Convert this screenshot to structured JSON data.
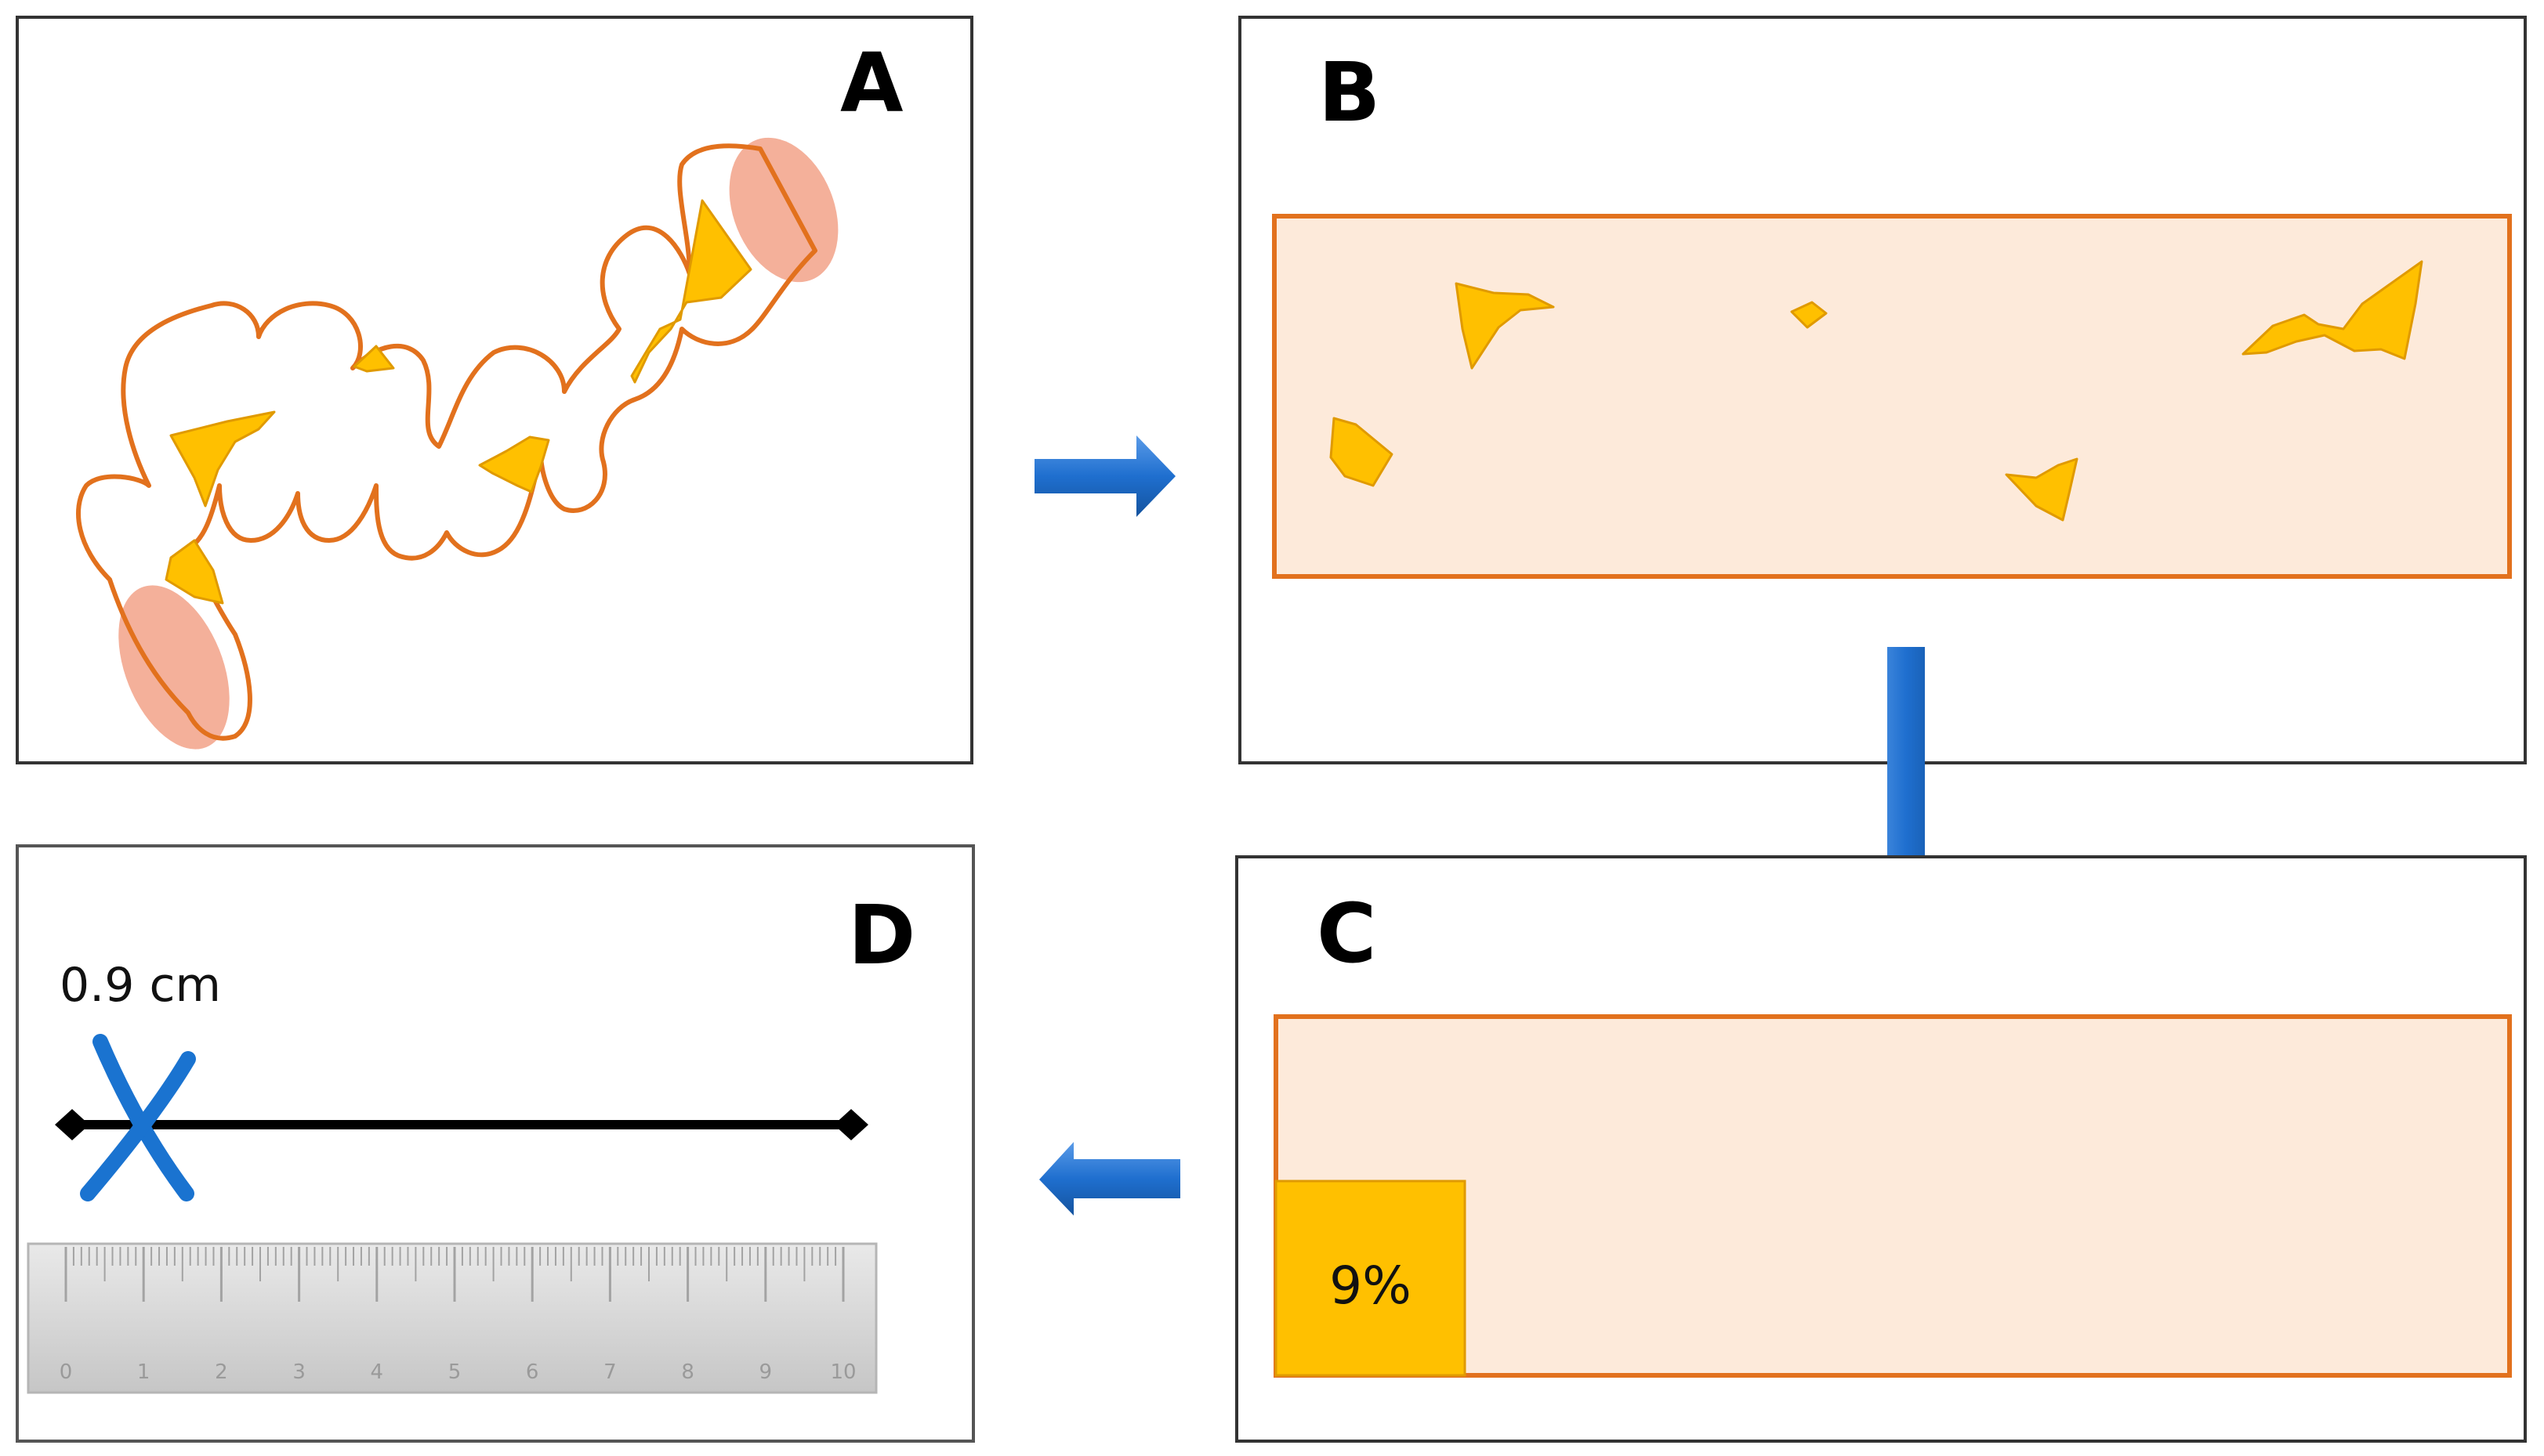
{
  "panels": {
    "a": {
      "label": "A"
    },
    "b": {
      "label": "B"
    },
    "c": {
      "label": "C",
      "percent_label": "9%",
      "fill_fraction": 0.09
    },
    "d": {
      "label": "D",
      "measurement_label": "0.9 cm",
      "mark_value_cm": 0.9,
      "line_length_cm": 10
    }
  },
  "ruler": {
    "tick_labels": [
      "0",
      "1",
      "2",
      "3",
      "4",
      "5",
      "6",
      "7",
      "8",
      "9",
      "10"
    ]
  },
  "colors": {
    "panel_border": "#333333",
    "tissue_outline": "#e2711d",
    "tissue_fill": "#fdeada",
    "tumor_fill": "#ffc000",
    "tumor_stroke": "#e09a00",
    "margin_ellipse": "#f4b09a",
    "arrow": "#1f6fcf",
    "marker": "#1a73d0"
  }
}
